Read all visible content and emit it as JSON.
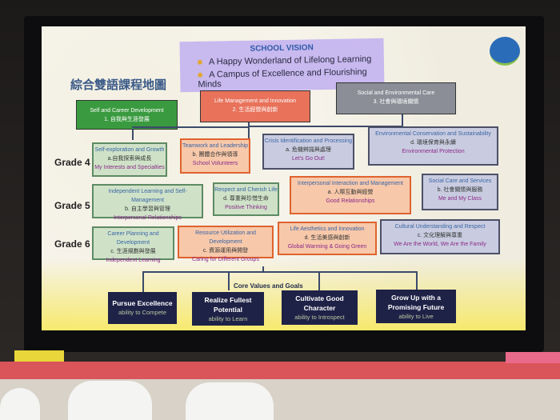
{
  "title": "綜合雙語課程地圖",
  "vision": {
    "heading": "SCHOOL VISION",
    "lines": [
      "A Happy Wonderland  of Lifelong Learning",
      "A Campus of Excellence and Flourishing Minds"
    ]
  },
  "categories": [
    {
      "en": "Self and Career Development",
      "zh": "1. 自我與生涯發展",
      "color": "#3a9a3f"
    },
    {
      "en": "Life Management and Innovation",
      "zh": "2. 生活經營與創新",
      "color": "#e8725a"
    },
    {
      "en": "Social and Environmental Care",
      "zh": "3. 社會與環境關懷",
      "color": "#8b8e97"
    }
  ],
  "grades": [
    "Grade 4",
    "Grade 5",
    "Grade 6"
  ],
  "topics": [
    {
      "en": "Self-exploration and Growth",
      "zh": "a.自我探索與成長",
      "theme": "My Interests and Specialties"
    },
    {
      "en": "Teamwork and Leadership",
      "zh": "b. 團體合作與領導",
      "theme": "School Volunteers"
    },
    {
      "en": "Crisis Identification and Processing",
      "zh": "a. 危機辨識與處理",
      "theme": "Let's Go Out!"
    },
    {
      "en": "Environmental Conservation and Sustainability",
      "zh": "d. 環境保育與永續",
      "theme": "Environmental Protection"
    },
    {
      "en": "Independent  Learning and Self-Management",
      "zh": "b. 自主學習與管理",
      "theme": "Interpersonal Relationships"
    },
    {
      "en": "Respect and Cherish Life",
      "zh": "d. 尊重與珍惜生命",
      "theme": "Positive Thinking"
    },
    {
      "en": "Interpersonal Interaction and Management",
      "zh": "a. 人際互動與經營",
      "theme": "Good Relationships"
    },
    {
      "en": "Social Care and Services",
      "zh": "b. 社會關懷與服務",
      "theme": "Me and My Class"
    },
    {
      "en": "Career Planning and Development",
      "zh": "c. 生涯規劃與發展",
      "theme": "Independent Learning"
    },
    {
      "en": "Resource Utilization and Development",
      "zh": "c. 資源運用與開發",
      "theme": "Caring for Different Groups"
    },
    {
      "en": "Life Aesthetics and Innovation",
      "zh": "d. 生活美感與創新",
      "theme": "Global Warming & Going Green"
    },
    {
      "en": "Cultural Understanding and Respect",
      "zh": "c. 文化理解與尊重",
      "theme": "We Are the World,  We Are the Family"
    }
  ],
  "core_label": "Core Values and Goals",
  "goals": [
    {
      "title": "Pursue Excellence",
      "ability": "ability to Compete"
    },
    {
      "title": "Realize Fullest Potential",
      "ability": "ability to Learn"
    },
    {
      "title": "Cultivate Good Character",
      "ability": "ability to Introspect"
    },
    {
      "title": "Grow Up with a Promising Future",
      "ability": "ability to Live"
    }
  ]
}
